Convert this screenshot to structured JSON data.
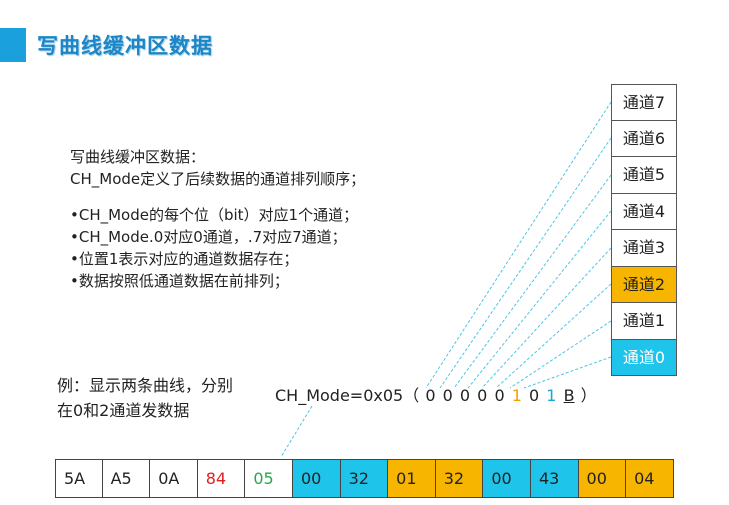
{
  "title": "写曲线缓冲区数据",
  "description": {
    "intro": [
      "写曲线缓冲区数据：",
      "CH_Mode定义了后续数据的通道排列顺序；"
    ],
    "bullets": [
      "•CH_Mode的每个位（bit）对应1个通道；",
      "•CH_Mode.0对应0通道，.7对应7通道；",
      "•位置1表示对应的通道数据存在；",
      "•数据按照低通道数据在前排列；"
    ]
  },
  "example": [
    "例：显示两条曲线，分别",
    "在0和2通道发数据"
  ],
  "ch_mode": {
    "prefix": "CH_Mode=0x05（",
    "bits": [
      "0",
      "0",
      "0",
      "0",
      "0",
      "1",
      "0",
      "1"
    ],
    "suffix_letter": "B",
    "close": "）"
  },
  "channels": [
    "通道7",
    "通道6",
    "通道5",
    "通道4",
    "通道3",
    "通道2",
    "通道1",
    "通道0"
  ],
  "bytes": [
    "5A",
    "A5",
    "0A",
    "84",
    "05",
    "00",
    "32",
    "01",
    "32",
    "00",
    "43",
    "00",
    "04"
  ],
  "colors": {
    "accent_blue": "#1ec4ea",
    "accent_orange": "#f7b500",
    "title_blue": "#1d86c6",
    "red": "#e02020",
    "green": "#2aa64a"
  }
}
